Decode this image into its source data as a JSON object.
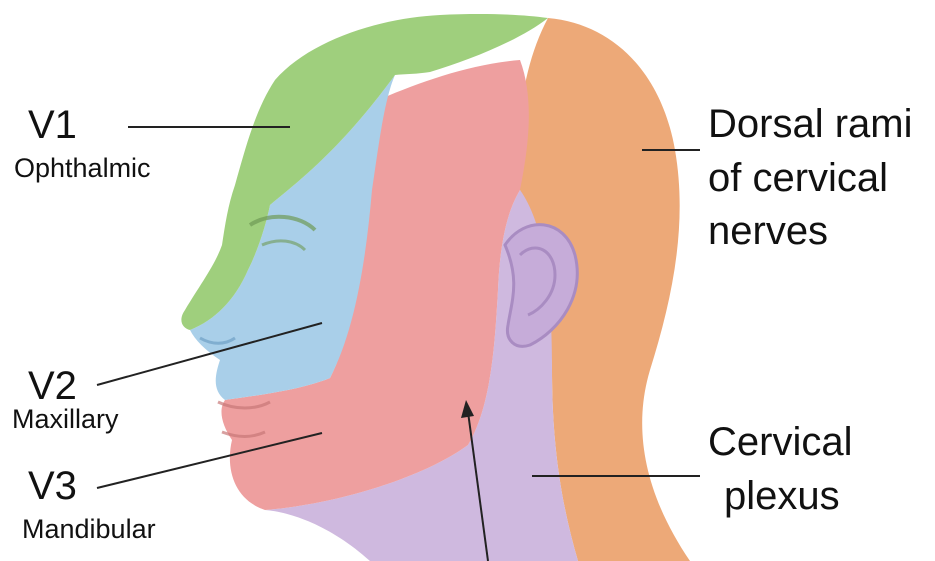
{
  "labels": {
    "v1_code": "V1",
    "v1_name": "Ophthalmic",
    "v2_code": "V2",
    "v2_name": "Maxillary",
    "v3_code": "V3",
    "v3_name": "Mandibular",
    "dorsal_line1": "Dorsal rami",
    "dorsal_line2": "of cervical",
    "dorsal_line3": "nerves",
    "cervical_line1": "Cervical",
    "cervical_line2": "plexus"
  },
  "colors": {
    "ophthalmic": "#9fcf7d",
    "maxillary": "#a9cfe9",
    "mandibular": "#ee9f9f",
    "dorsal_rami": "#eda978",
    "cervical_plexus": "#cfb9df",
    "leader": "#222222"
  }
}
